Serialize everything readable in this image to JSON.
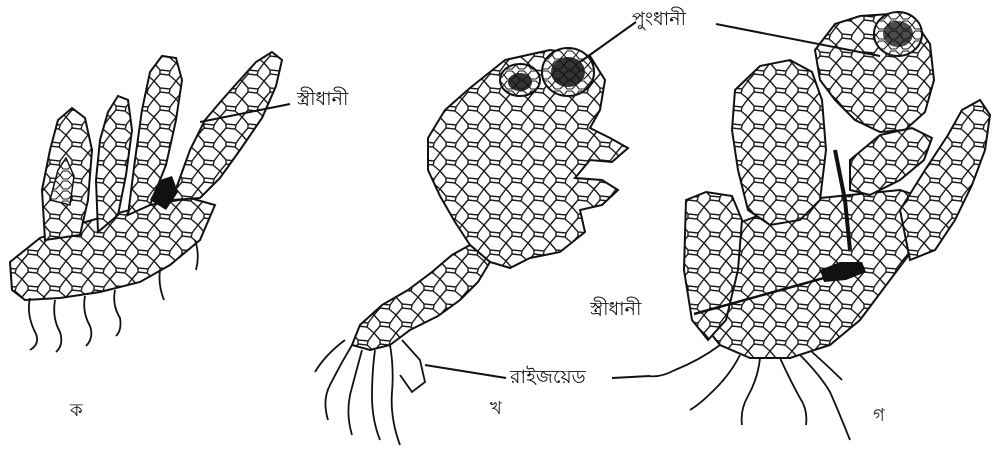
{
  "labels": {
    "archegonium_a": "স্ত্রীধানী",
    "antheridium": "পুংধানী",
    "archegonium_c": "স্ত্রীধানী",
    "rhizoid": "রাইজয়েড"
  },
  "panels": [
    "ক",
    "খ",
    "গ"
  ]
}
